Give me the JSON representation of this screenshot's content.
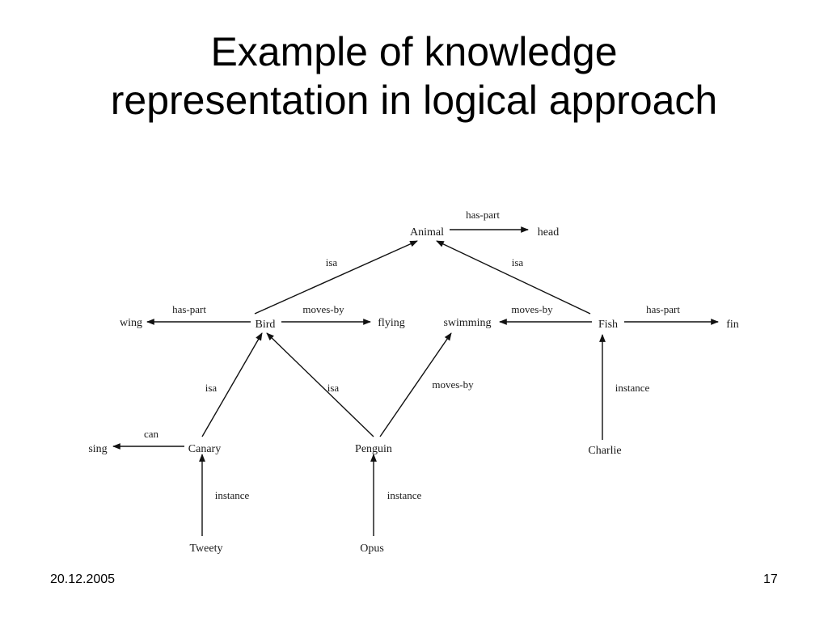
{
  "title": {
    "line1": "Example of knowledge",
    "line2": "representation in logical approach"
  },
  "footer": {
    "date": "20.12.2005",
    "page": "17"
  },
  "diagram": {
    "nodes": [
      {
        "id": "animal",
        "label": "Animal"
      },
      {
        "id": "head",
        "label": "head"
      },
      {
        "id": "wing",
        "label": "wing"
      },
      {
        "id": "bird",
        "label": "Bird"
      },
      {
        "id": "flying",
        "label": "flying"
      },
      {
        "id": "swimming",
        "label": "swimming"
      },
      {
        "id": "fish",
        "label": "Fish"
      },
      {
        "id": "fin",
        "label": "fin"
      },
      {
        "id": "sing",
        "label": "sing"
      },
      {
        "id": "canary",
        "label": "Canary"
      },
      {
        "id": "penguin",
        "label": "Penguin"
      },
      {
        "id": "charlie",
        "label": "Charlie"
      },
      {
        "id": "tweety",
        "label": "Tweety"
      },
      {
        "id": "opus",
        "label": "Opus"
      }
    ],
    "edges": [
      {
        "id": "animal-head",
        "from": "animal",
        "to": "head",
        "label": "has-part"
      },
      {
        "id": "bird-animal",
        "from": "bird",
        "to": "animal",
        "label": "isa"
      },
      {
        "id": "fish-animal",
        "from": "fish",
        "to": "animal",
        "label": "isa"
      },
      {
        "id": "bird-wing",
        "from": "bird",
        "to": "wing",
        "label": "has-part"
      },
      {
        "id": "bird-flying",
        "from": "bird",
        "to": "flying",
        "label": "moves-by"
      },
      {
        "id": "fish-swimming",
        "from": "fish",
        "to": "swimming",
        "label": "moves-by"
      },
      {
        "id": "fish-fin",
        "from": "fish",
        "to": "fin",
        "label": "has-part"
      },
      {
        "id": "canary-bird",
        "from": "canary",
        "to": "bird",
        "label": "isa"
      },
      {
        "id": "penguin-bird",
        "from": "penguin",
        "to": "bird",
        "label": "isa"
      },
      {
        "id": "penguin-swimming",
        "from": "penguin",
        "to": "swimming",
        "label": "moves-by"
      },
      {
        "id": "charlie-fish",
        "from": "charlie",
        "to": "fish",
        "label": "instance"
      },
      {
        "id": "canary-sing",
        "from": "canary",
        "to": "sing",
        "label": "can"
      },
      {
        "id": "tweety-canary",
        "from": "tweety",
        "to": "canary",
        "label": "instance"
      },
      {
        "id": "opus-penguin",
        "from": "opus",
        "to": "penguin",
        "label": "instance"
      }
    ]
  }
}
